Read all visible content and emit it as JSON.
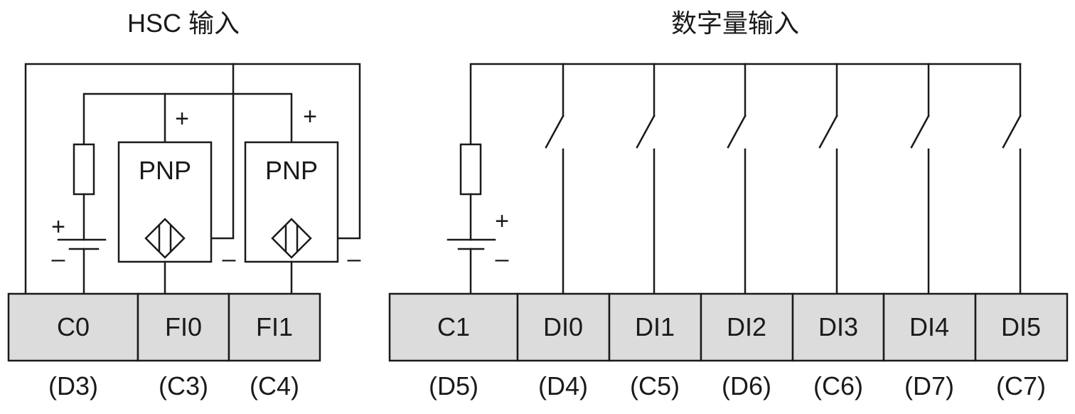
{
  "titles": {
    "hsc": "HSC 输入",
    "digital": "数字量输入"
  },
  "sensors": [
    {
      "label": "PNP"
    },
    {
      "label": "PNP"
    }
  ],
  "polarity": {
    "plus": "+",
    "minus": "–"
  },
  "hsc_terminals": [
    {
      "label": "C0",
      "pin": "(D3)"
    },
    {
      "label": "FI0",
      "pin": "(C3)"
    },
    {
      "label": "FI1",
      "pin": "(C4)"
    }
  ],
  "digital_terminals": [
    {
      "label": "C1",
      "pin": "(D5)"
    },
    {
      "label": "DI0",
      "pin": "(D4)"
    },
    {
      "label": "DI1",
      "pin": "(C5)"
    },
    {
      "label": "DI2",
      "pin": "(D6)"
    },
    {
      "label": "DI3",
      "pin": "(C6)"
    },
    {
      "label": "DI4",
      "pin": "(D7)"
    },
    {
      "label": "DI5",
      "pin": "(C7)"
    }
  ],
  "colors": {
    "line": "#1a1a1a",
    "terminal_fill": "#dcdcdc",
    "background": "#ffffff"
  }
}
